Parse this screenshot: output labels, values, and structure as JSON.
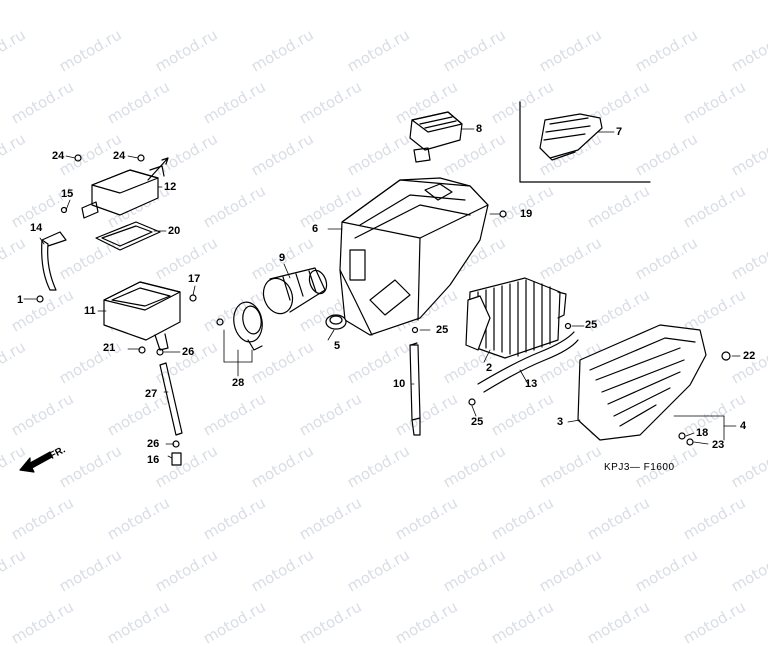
{
  "watermark": "motod.ru",
  "drawing_code": "KPJ3— F1600",
  "direction_label": "FR.",
  "callouts": {
    "n1": "1",
    "n2": "2",
    "n3": "3",
    "n4": "4",
    "n5": "5",
    "n6": "6",
    "n7": "7",
    "n8": "8",
    "n9": "9",
    "n10": "10",
    "n11": "11",
    "n12": "12",
    "n13": "13",
    "n14": "14",
    "n15": "15",
    "n16": "16",
    "n17": "17",
    "n18": "18",
    "n19": "19",
    "n20": "20",
    "n21": "21",
    "n22": "22",
    "n23": "23",
    "n24a": "24",
    "n24b": "24",
    "n25a": "25",
    "n25b": "25",
    "n25c": "25",
    "n26a": "26",
    "n26b": "26",
    "n27": "27",
    "n28": "28"
  }
}
